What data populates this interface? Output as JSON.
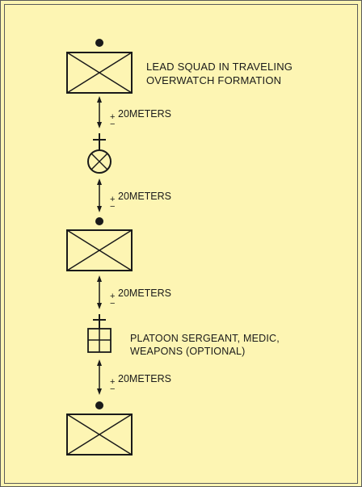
{
  "labels": {
    "lead_squad_line1": "LEAD SQUAD IN TRAVELING",
    "lead_squad_line2": "OVERWATCH FORMATION",
    "platoon_line1": "PLATOON SERGEANT, MEDIC,",
    "platoon_line2": "WEAPONS (OPTIONAL)"
  },
  "distances": {
    "plus": "+",
    "minus": "−",
    "value": "20METERS"
  },
  "colors": {
    "background": "#fdf5b3",
    "stroke": "#1a1a1a",
    "border": "#5a5a5a"
  },
  "symbols": [
    "squad",
    "platoon-leader",
    "squad",
    "platoon-sergeant",
    "squad"
  ]
}
